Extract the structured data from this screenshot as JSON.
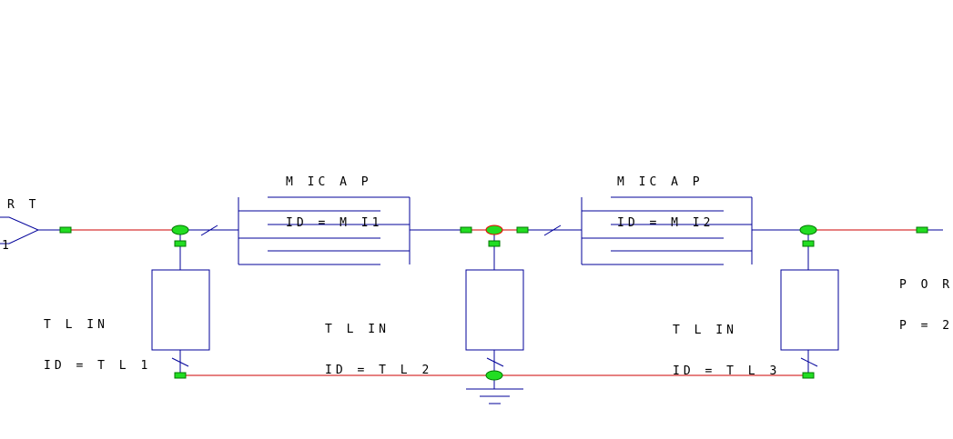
{
  "components": {
    "port_left": {
      "line1": "R T",
      "line2": "1"
    },
    "port_right": {
      "line1": "P O R",
      "line2": "P = 2"
    },
    "micap1": {
      "type": "M IC A P",
      "id": "ID = M I1"
    },
    "micap2": {
      "type": "M IC A P",
      "id": "ID = M I2"
    },
    "tlin1": {
      "type": "T L IN",
      "id": "ID = T L 1"
    },
    "tlin2": {
      "type": "T L IN",
      "id": "ID = T L 2"
    },
    "tlin3": {
      "type": "T L IN",
      "id": "ID = T L 3"
    }
  },
  "colors": {
    "wire": "#cc0000",
    "component": "#00009a",
    "node_fill": "#22dd22",
    "node_stroke": "#007700",
    "node_warning_stroke": "#ee0000"
  }
}
